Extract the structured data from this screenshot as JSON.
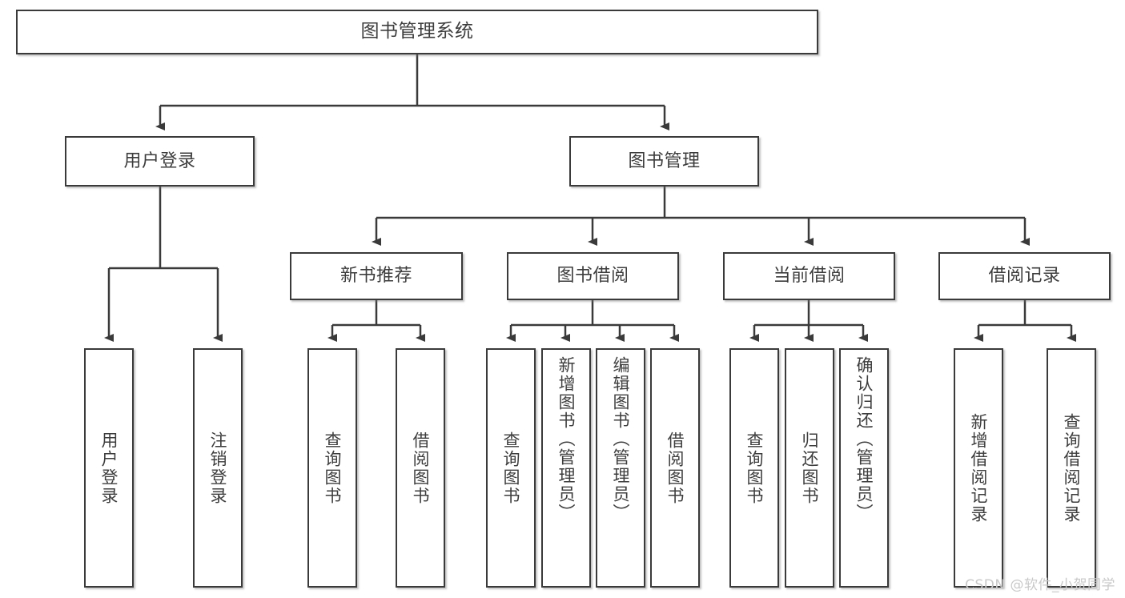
{
  "diagram": {
    "title": "图书管理系统",
    "watermark": "CSDN @软件_小贺同学",
    "colors": {
      "border": "#3a3a3a",
      "text": "#3d3d3d",
      "background": "#ffffff",
      "watermark": "#c9c9c9"
    },
    "levels": {
      "root": {
        "label": "图书管理系统"
      },
      "level2": [
        {
          "label": "用户登录"
        },
        {
          "label": "图书管理"
        }
      ],
      "level3": [
        {
          "label": "新书推荐"
        },
        {
          "label": "图书借阅"
        },
        {
          "label": "当前借阅"
        },
        {
          "label": "借阅记录"
        }
      ],
      "leaves": {
        "user_login": [
          {
            "label": "用户登录"
          },
          {
            "label": "注销登录"
          }
        ],
        "new_book": [
          {
            "label": "查询图书"
          },
          {
            "label": "借阅图书"
          }
        ],
        "book_borrow": [
          {
            "label": "查询图书"
          },
          {
            "label": "新增图书（管理员）"
          },
          {
            "label": "编辑图书（管理员）"
          },
          {
            "label": "借阅图书"
          }
        ],
        "current_borrow": [
          {
            "label": "查询图书"
          },
          {
            "label": "归还图书"
          },
          {
            "label": "确认归还（管理员）"
          }
        ],
        "borrow_record": [
          {
            "label": "新增借阅记录"
          },
          {
            "label": "查询借阅记录"
          }
        ]
      }
    }
  }
}
